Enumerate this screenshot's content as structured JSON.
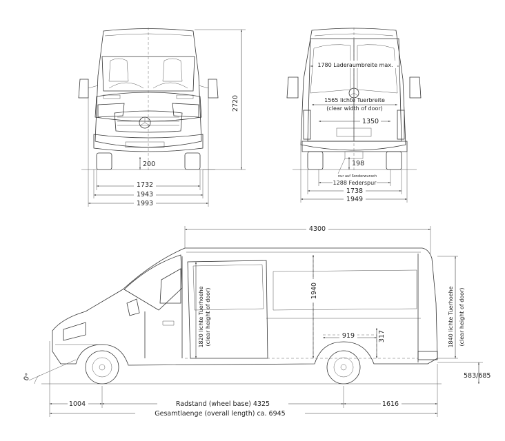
{
  "front_view": {
    "height": "2720",
    "ground_clearance": "200",
    "track": "1732",
    "body_width": "1943",
    "mirror_width": "1993"
  },
  "rear_view": {
    "load_width": "1780 Laderaumbreite max.",
    "door_width": "1565 lichte Tuerbreite",
    "door_width_en": "(clear width of door)",
    "inner_width": "1350",
    "clearance": "198",
    "special_note": "nur auf Sonderwunsch",
    "spring_track": "1288 Federspur",
    "track": "1738",
    "width": "1949"
  },
  "side_view": {
    "cargo_length": "4300",
    "interior_height": "1940",
    "side_door_height": "1820 lichte Tuerhoehe",
    "side_door_height_en": "(clear height of door)",
    "rear_door_height": "1840 lichte Tuerhoehe",
    "rear_door_height_en": "(clear height of door)",
    "wheel_well_width": "919",
    "wheel_well_height": "317",
    "approach_angle": "0°",
    "load_height": "583/685",
    "front_overhang": "1004",
    "wheelbase": "Radstand (wheel base) 4325",
    "rear_overhang": "1616",
    "overall_length": "Gesamtlaenge (overall length) ca. 6945"
  }
}
